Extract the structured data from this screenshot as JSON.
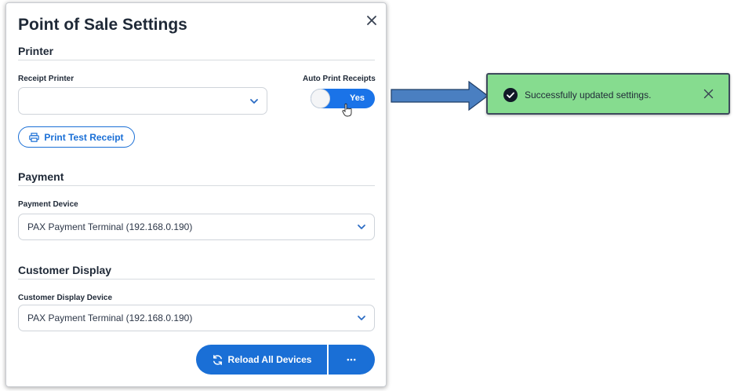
{
  "modal": {
    "title": "Point of Sale Settings",
    "close_icon": "close-icon"
  },
  "printer": {
    "heading": "Printer",
    "receipt_printer_label": "Receipt Printer",
    "receipt_printer_value": "",
    "auto_print_label": "Auto Print Receipts",
    "auto_print_toggle": "Yes",
    "print_test_label": "Print Test Receipt"
  },
  "payment": {
    "heading": "Payment",
    "device_label": "Payment Device",
    "device_value": "PAX Payment Terminal (192.168.0.190)"
  },
  "customer_display": {
    "heading": "Customer Display",
    "device_label": "Customer Display Device",
    "device_value": "PAX Payment Terminal (192.168.0.190)"
  },
  "actions": {
    "reload_label": "Reload All Devices",
    "more_label": "•••"
  },
  "toast": {
    "message": "Successfully updated settings."
  },
  "colors": {
    "accent": "#1a6fd6",
    "toast_bg": "#86dc8f",
    "arrow": "#4a7fc1"
  }
}
